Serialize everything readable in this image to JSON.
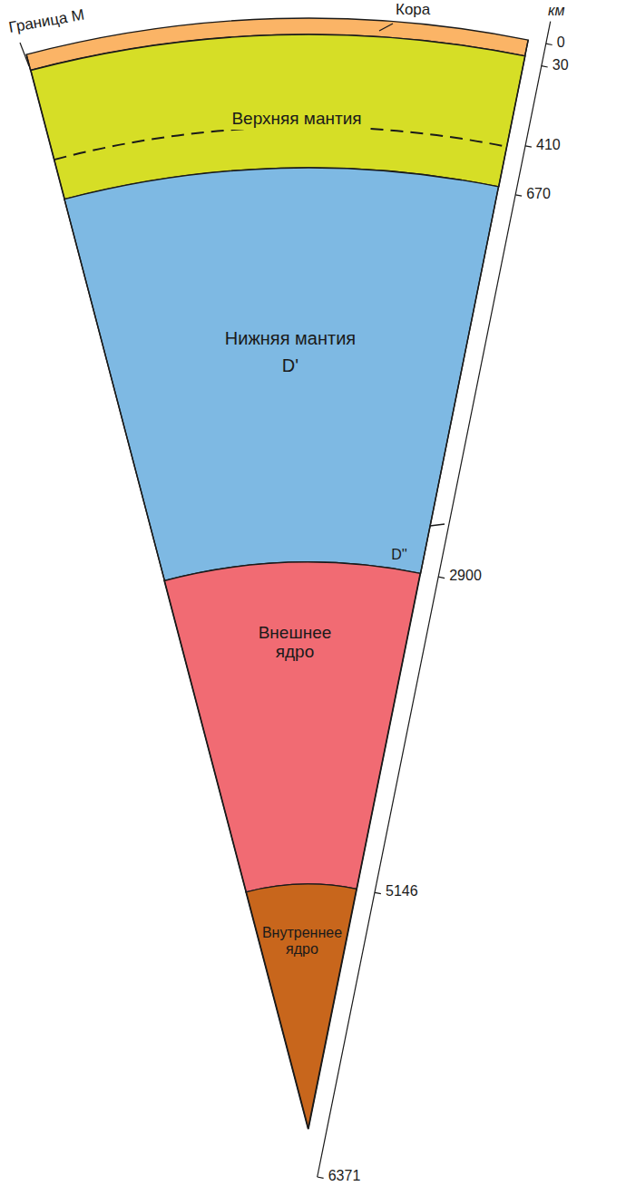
{
  "diagram": {
    "nodes": [
      {
        "text": [
          "Верхняя мантия"
        ]
      },
      {
        "text": [
          "Нижняя мантия",
          "D'"
        ]
      },
      {
        "text": [
          "D''"
        ],
        "in": 1
      },
      {
        "text": [
          "Внешнее ядро"
        ]
      },
      {
        "text": [
          "Внутреннее ядро"
        ]
      }
    ],
    "labels": [
      "Граница М",
      "Кора",
      "км",
      "0",
      "30",
      "410",
      "670",
      "2900",
      "5146",
      "6371"
    ]
  }
}
